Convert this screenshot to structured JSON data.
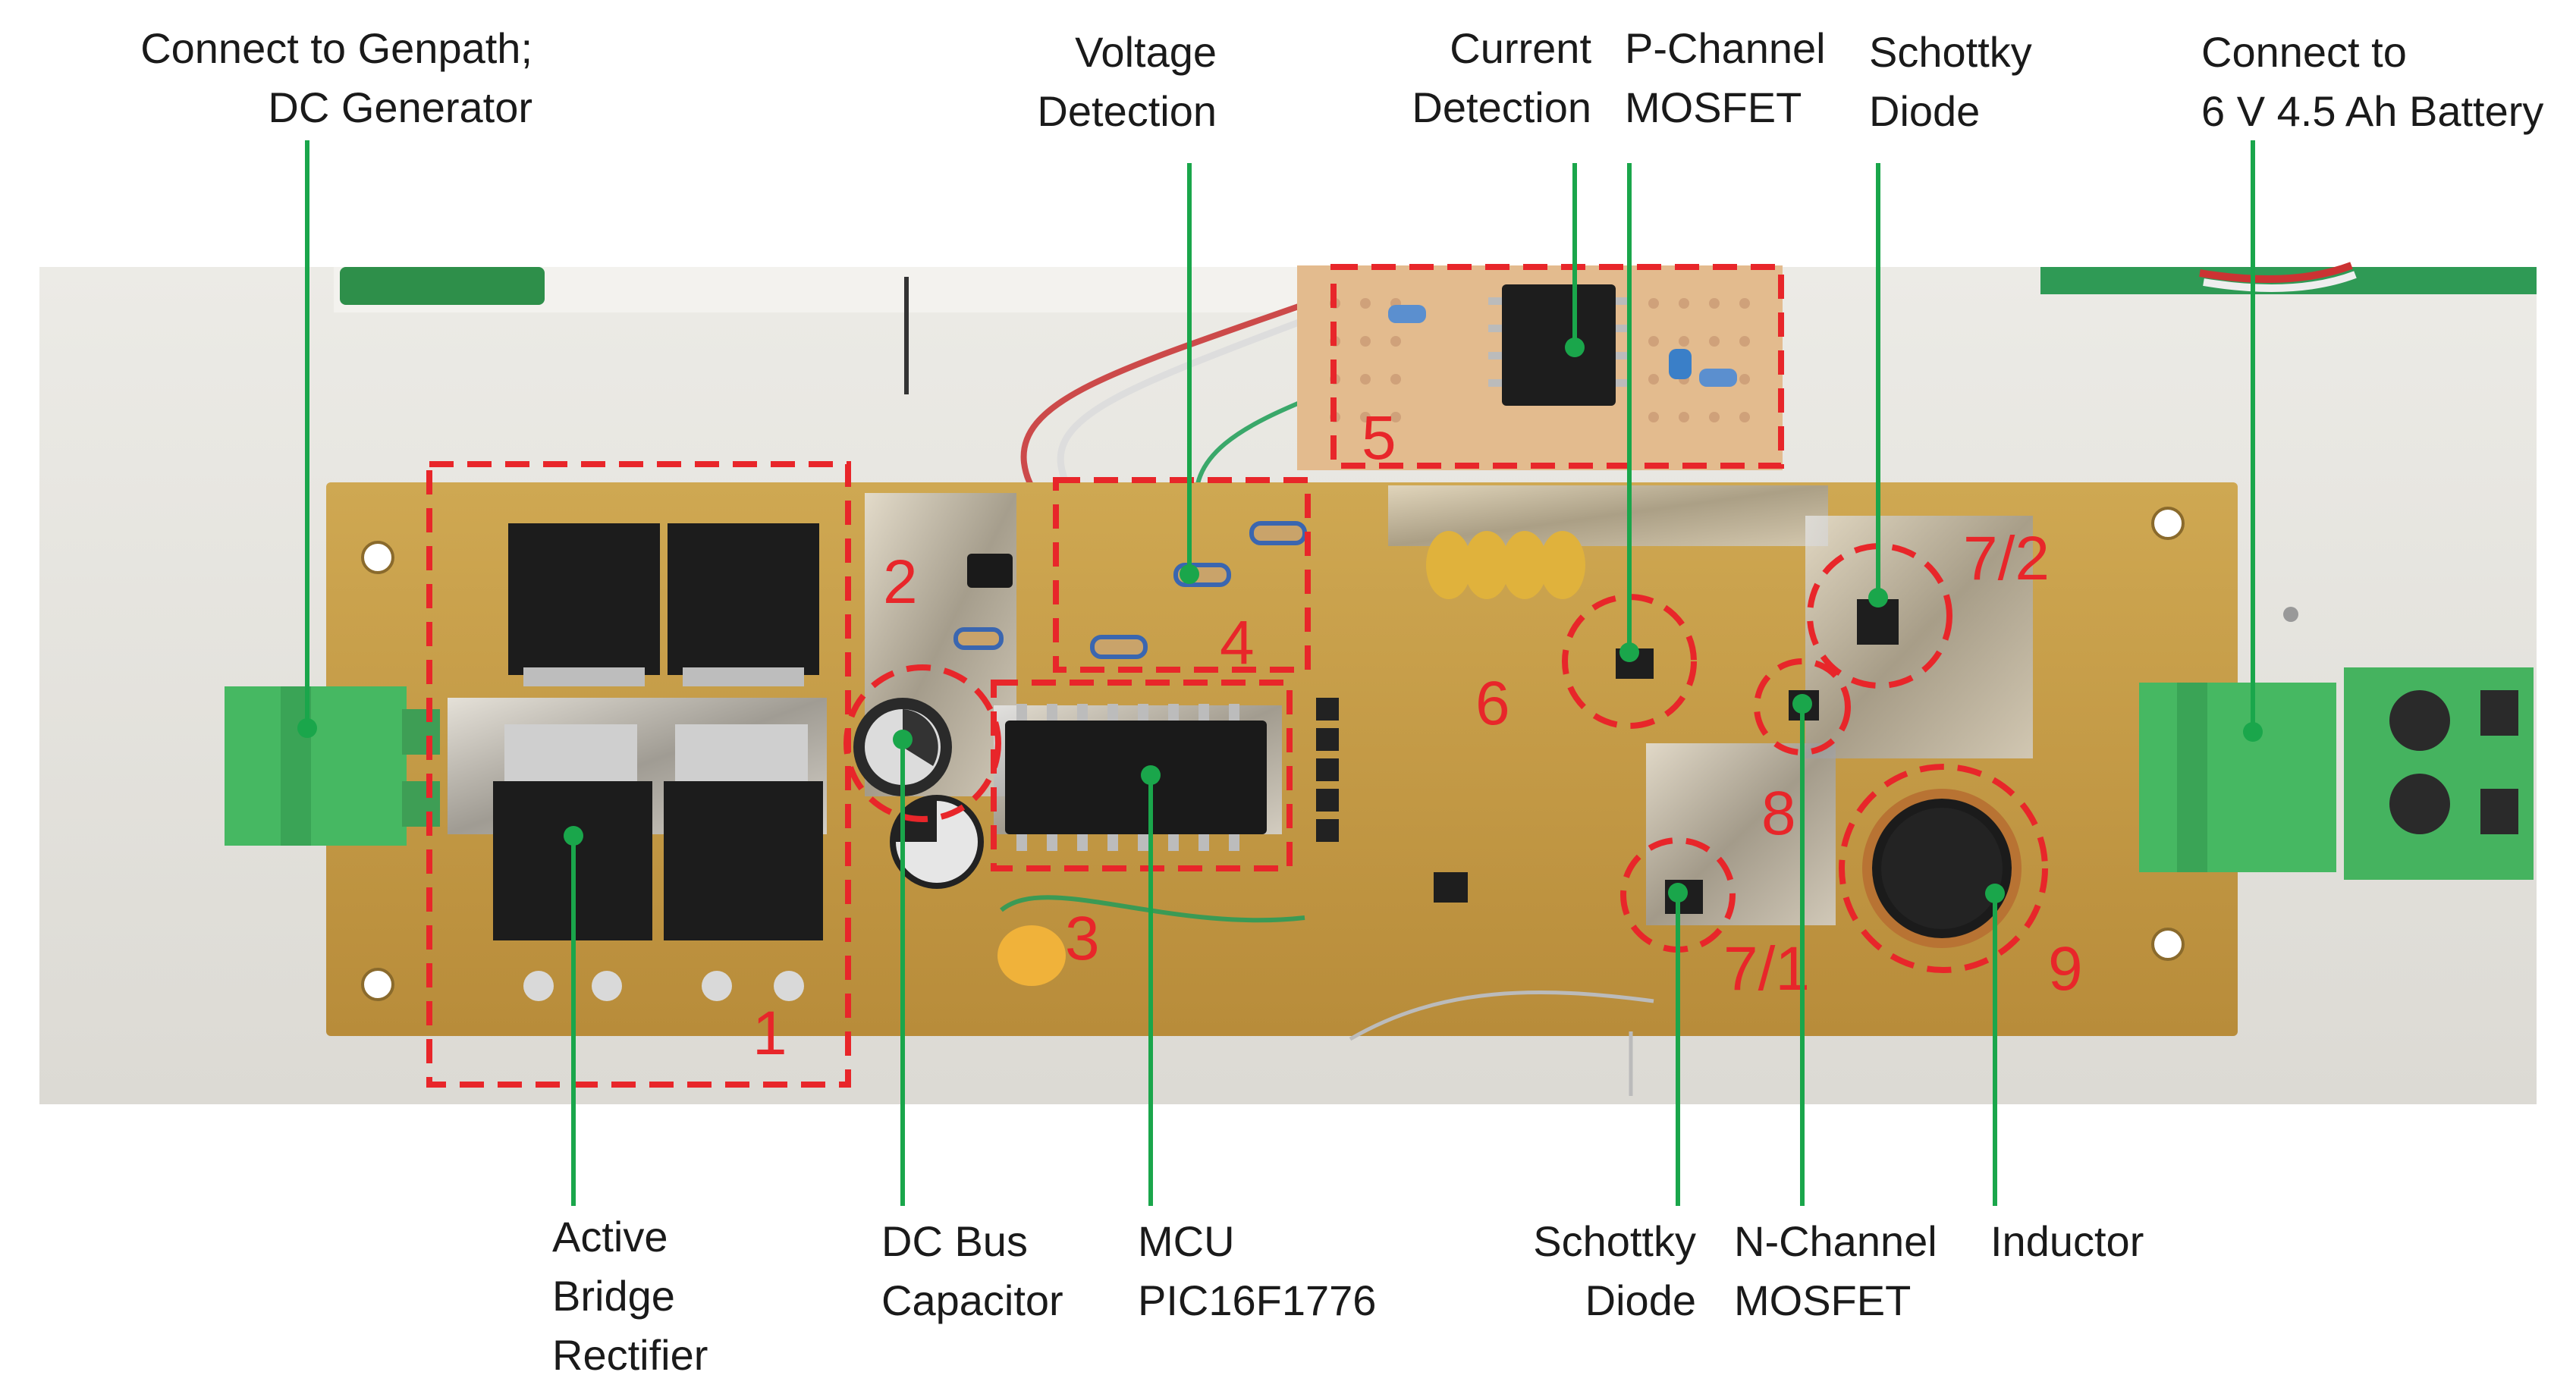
{
  "labels": {
    "genpath": [
      "Connect to Genpath;",
      "DC Generator"
    ],
    "voltage_detection": [
      "Voltage",
      "Detection"
    ],
    "current_detection": [
      "Current",
      "Detection"
    ],
    "p_mosfet": [
      "P-Channel",
      "MOSFET"
    ],
    "schottky_top": [
      "Schottky",
      "Diode"
    ],
    "battery": [
      "Connect to",
      "6 V 4.5 Ah Battery"
    ],
    "bridge": [
      "Active",
      "Bridge",
      "Rectifier"
    ],
    "capacitor": [
      "DC Bus",
      "Capacitor"
    ],
    "mcu": [
      "MCU",
      "PIC16F1776"
    ],
    "schottky_bottom": [
      "Schottky",
      "Diode"
    ],
    "n_mosfet": [
      "N-Channel",
      "MOSFET"
    ],
    "inductor": [
      "Inductor"
    ]
  },
  "region_numbers": [
    "1",
    "2",
    "3",
    "4",
    "5",
    "6",
    "7/2",
    "8",
    "7/1",
    "9"
  ],
  "colors": {
    "leader": "#1aa64b",
    "region_box": "#e8262a",
    "board": "#c9a04a",
    "terminal_block": "#3fae5a"
  }
}
